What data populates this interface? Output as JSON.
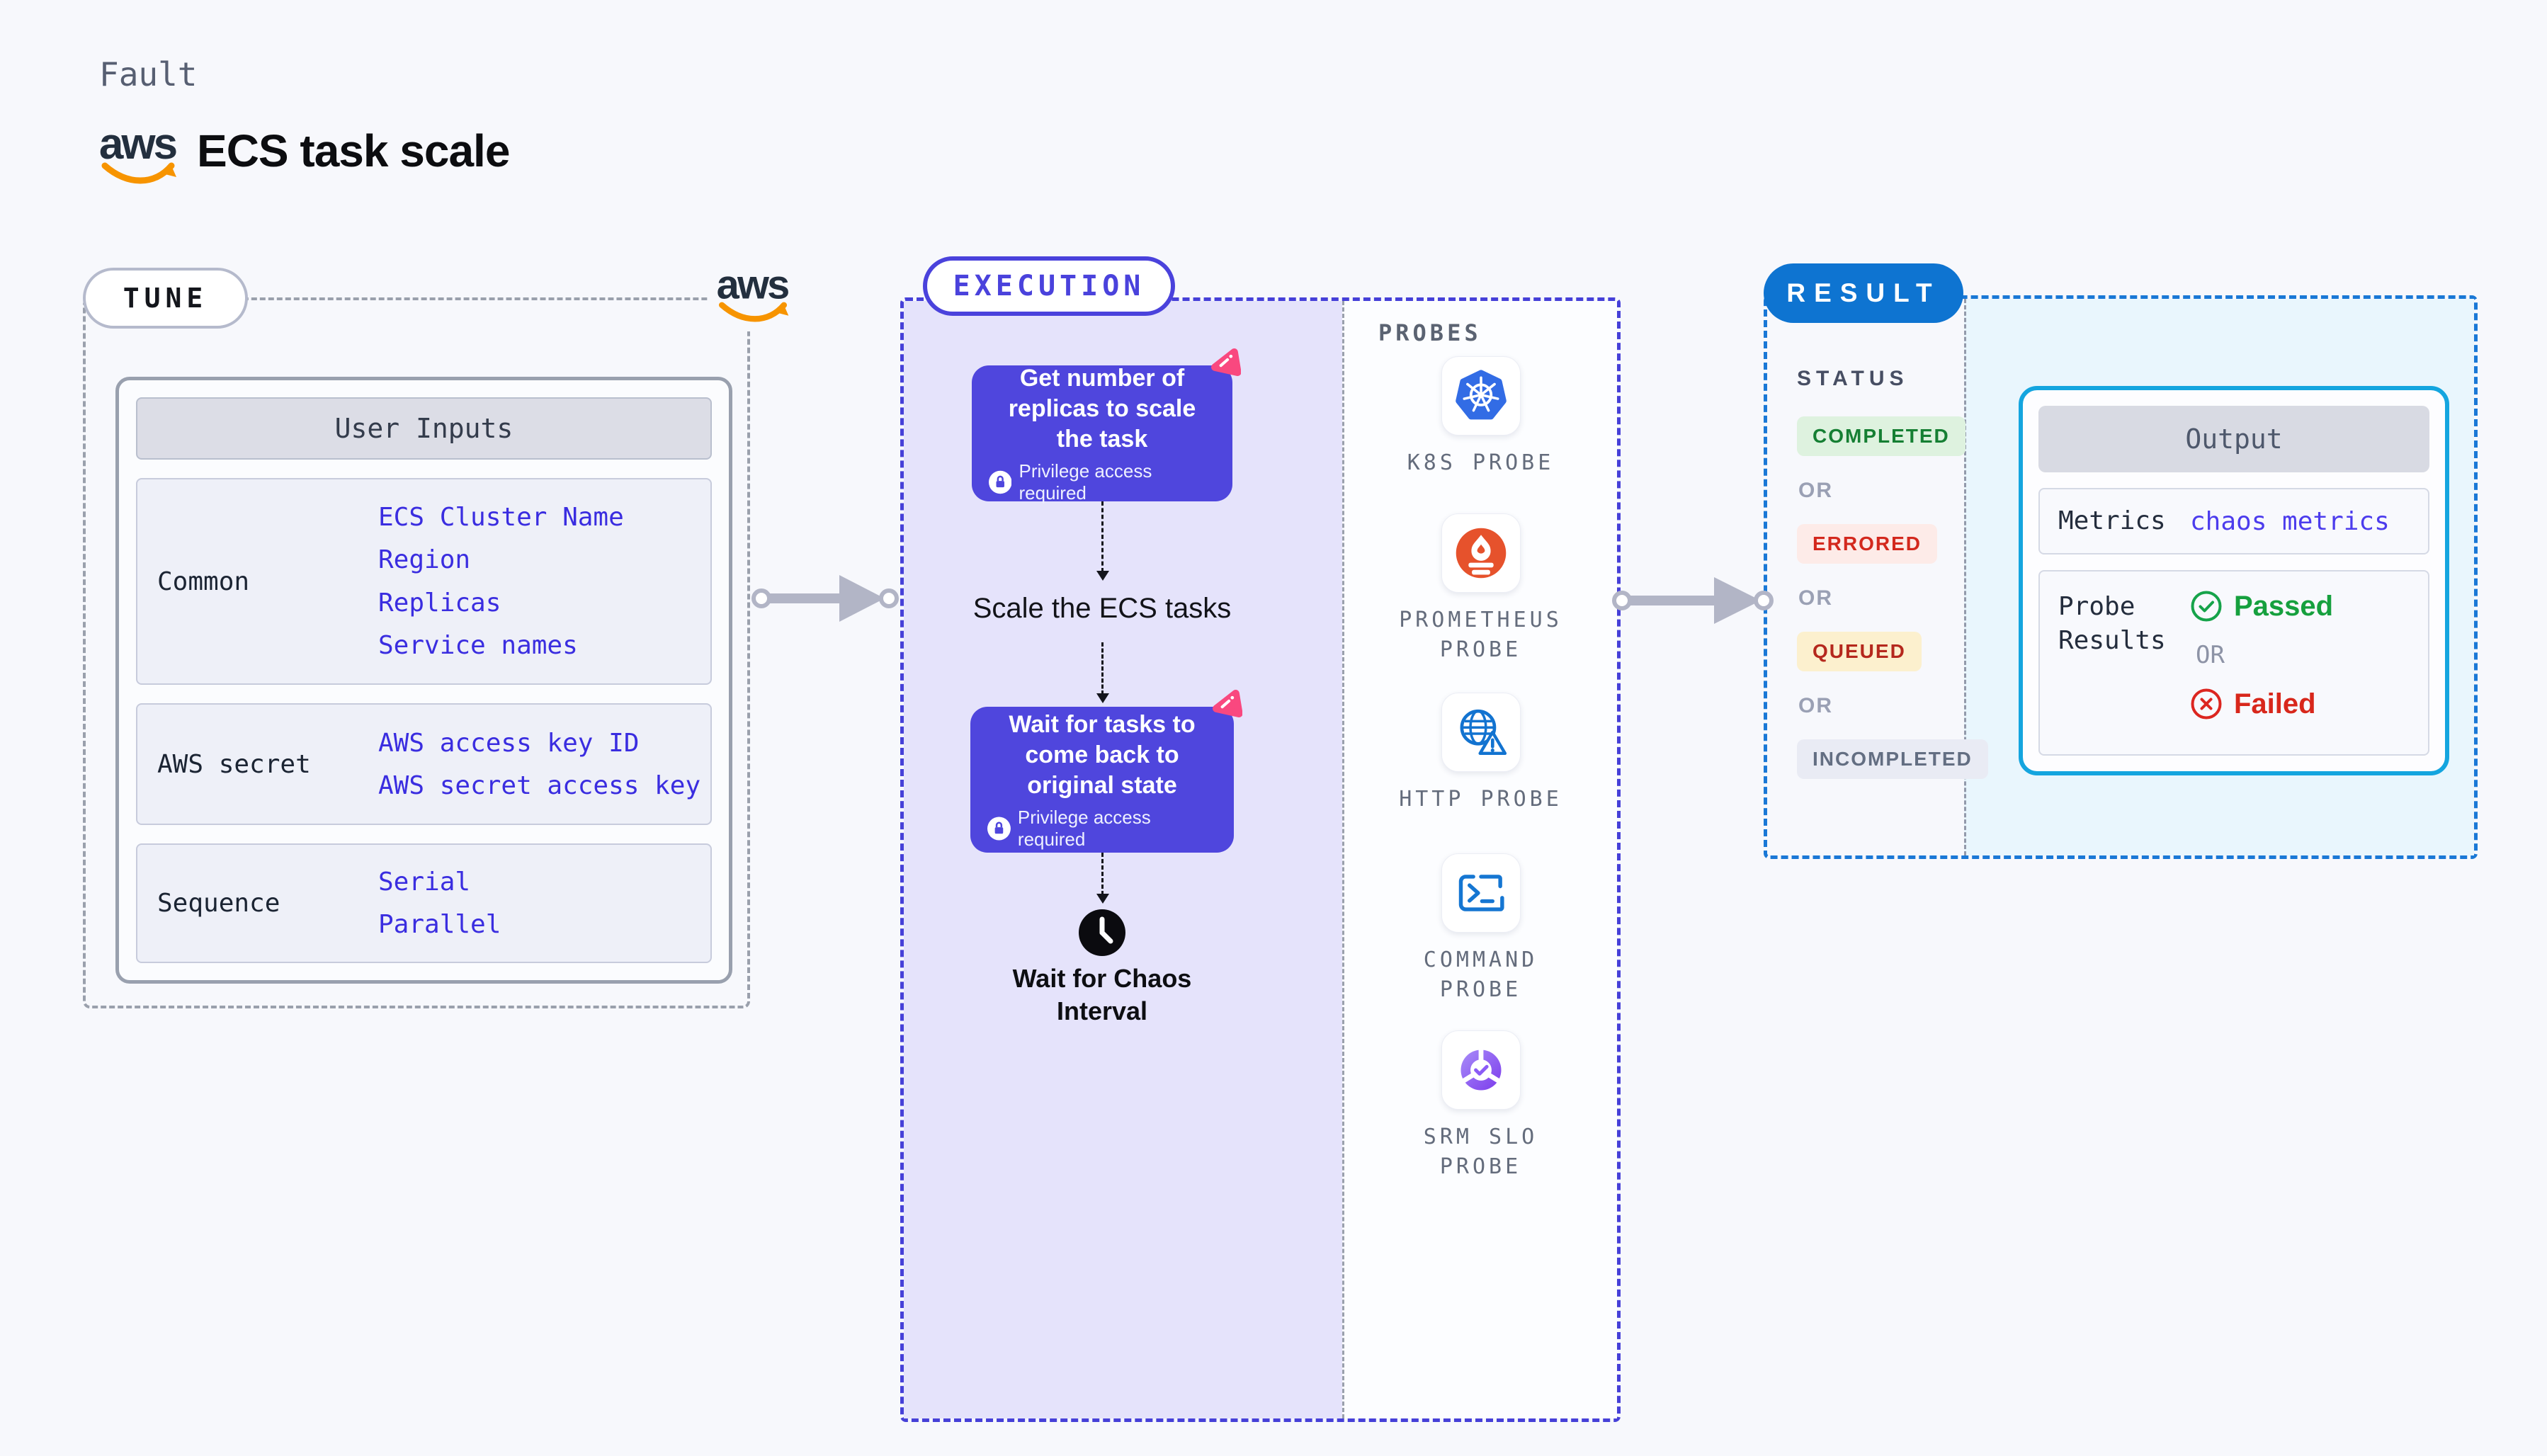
{
  "page": {
    "kicker": "Fault",
    "title": "ECS task scale"
  },
  "aws": {
    "logo_text": "aws"
  },
  "tune": {
    "label": "TUNE",
    "table": {
      "header": "User Inputs",
      "rows": [
        {
          "label": "Common",
          "values": [
            "ECS Cluster Name",
            "Region",
            "Replicas",
            "Service names"
          ]
        },
        {
          "label": "AWS secret",
          "values": [
            "AWS access key ID",
            "AWS secret access key"
          ]
        },
        {
          "label": "Sequence",
          "values": [
            "Serial",
            "Parallel"
          ]
        }
      ]
    }
  },
  "execution": {
    "label": "EXECUTION",
    "step1": {
      "title": "Get number of replicas to scale the task",
      "badge": "Privilege access required"
    },
    "step2": "Scale the ECS tasks",
    "step3": {
      "title": "Wait for tasks to come back to original state",
      "badge": "Privilege access required"
    },
    "wait": "Wait for Chaos Interval"
  },
  "probes": {
    "label": "PROBES",
    "items": [
      {
        "label": "K8S PROBE",
        "icon": "kubernetes-icon"
      },
      {
        "label": "PROMETHEUS PROBE",
        "icon": "prometheus-icon"
      },
      {
        "label": "HTTP PROBE",
        "icon": "globe-warning-icon"
      },
      {
        "label": "COMMAND PROBE",
        "icon": "terminal-icon"
      },
      {
        "label": "SRM SLO PROBE",
        "icon": "slo-donut-icon"
      }
    ]
  },
  "result": {
    "label": "RESULT",
    "status": {
      "label": "STATUS",
      "or": "OR",
      "badges": [
        "COMPLETED",
        "ERRORED",
        "QUEUED",
        "INCOMPLETED"
      ]
    },
    "output": {
      "header": "Output",
      "metrics_label": "Metrics",
      "metrics_value": "chaos metrics",
      "probe_results_label": "Probe Results",
      "or": "OR",
      "passed": "Passed",
      "failed": "Failed"
    }
  },
  "colors": {
    "accent_indigo": "#4f46dd",
    "accent_pink": "#f9487f",
    "aws_orange": "#f79400",
    "aws_navy": "#232f3e",
    "result_blue": "#0e74d1",
    "output_border": "#14a5df",
    "input_link_blue": "#3a2de0",
    "completed_green": "#157f33",
    "errored_red": "#d3281d",
    "incompleted_gray": "#636e82",
    "passed_green": "#16a03e",
    "failed_red": "#d8271b"
  }
}
